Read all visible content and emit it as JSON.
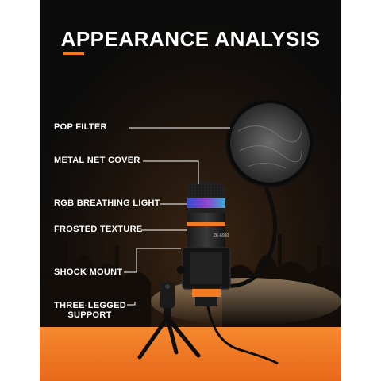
{
  "title": "APPEARANCE ANALYSIS",
  "labels": {
    "pop_filter": "POP FILTER",
    "metal_net_cover": "METAL NET COVER",
    "rgb_breathing_light": "RGB BREATHING LIGHT",
    "frosted_texture": "FROSTED TEXTURE",
    "shock_mount": "SHOCK MOUNT",
    "three_legged_line1": "THREE-LEGGED",
    "three_legged_line2": "SUPPORT"
  },
  "mic_model": "ZK-6960",
  "colors": {
    "accent": "#f47a1f",
    "background": "#0b0b0b",
    "text": "#ffffff"
  }
}
